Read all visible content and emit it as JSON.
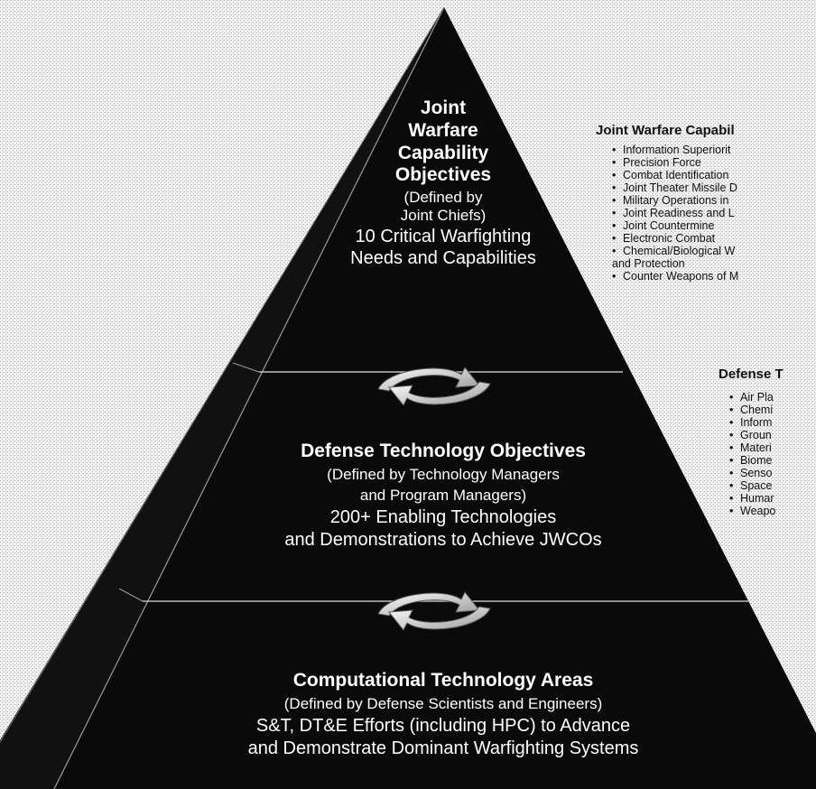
{
  "pyramid": {
    "top": {
      "title_lines": [
        "Joint",
        "Warfare",
        "Capability",
        "Objectives"
      ],
      "defined_by_lines": [
        "(Defined by",
        "Joint Chiefs)"
      ],
      "summary_lines": [
        "10 Critical Warfighting",
        "Needs and Capabilities"
      ]
    },
    "middle": {
      "title": "Defense Technology Objectives",
      "defined_by_lines": [
        "(Defined by Technology Managers",
        "and Program Managers)"
      ],
      "summary_lines": [
        "200+ Enabling Technologies",
        "and Demonstrations to Achieve JWCOs"
      ]
    },
    "bottom": {
      "title": "Computational Technology Areas",
      "defined_by": "(Defined by Defense Scientists and Engineers)",
      "summary_lines": [
        "S&T, DT&E Efforts (including HPC) to Advance",
        "and Demonstrate Dominant Warfighting Systems"
      ]
    }
  },
  "jwco_panel": {
    "heading": "Joint Warfare Capabil",
    "items": [
      "Information Superiorit",
      "Precision Force",
      "Combat Identification",
      "Joint Theater Missile D",
      "Military Operations in",
      "Joint Readiness and L",
      "Joint Countermine",
      "Electronic Combat",
      "Chemical/Biological W",
      "and Protection",
      "Counter Weapons of M"
    ]
  },
  "dto_panel": {
    "heading": "Defense T",
    "items": [
      "Air Pla",
      "Chemi",
      "Inform",
      "Groun",
      "Materi",
      "Biome",
      "Senso",
      "Space",
      "Humar",
      "Weapo"
    ]
  },
  "colors": {
    "pyramid_fill": "#0a0a0a",
    "divider": "#bcbcbc",
    "text_on_dark": "#ffffff",
    "stipple_bg": "#cfcfcf"
  }
}
